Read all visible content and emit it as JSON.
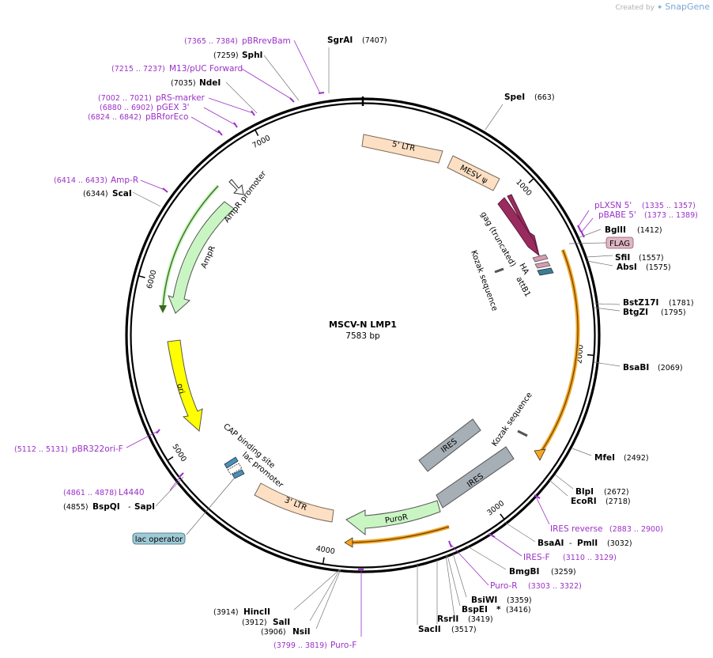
{
  "credit": {
    "prefix": "Created by",
    "brand": "SnapGene"
  },
  "plasmid": {
    "name": "MSCV-N LMP1",
    "length": "7583 bp"
  },
  "ticks": [
    {
      "label": "1000",
      "bp": 1000
    },
    {
      "label": "2000",
      "bp": 2000
    },
    {
      "label": "3000",
      "bp": 3000
    },
    {
      "label": "4000",
      "bp": 4000
    },
    {
      "label": "5000",
      "bp": 5000
    },
    {
      "label": "6000",
      "bp": 6000
    },
    {
      "label": "7000",
      "bp": 7000
    }
  ],
  "features": {
    "ltr5": "5' LTR",
    "mesv": "MESV ψ",
    "gag": "gag (truncated)",
    "ha": "HA",
    "attb1": "attB1",
    "kozak1": "Kozak sequence",
    "kozak2": "Kozak sequence",
    "flag": "FLAG",
    "ires1": "IRES",
    "ires2": "IRES",
    "puror": "PuroR",
    "ltr3": "3' LTR",
    "cap": "CAP binding site",
    "lacpromoter": "lac promoter",
    "lacoperator": "lac operator",
    "ori": "ori",
    "ampr": "AmpR",
    "amprpromoter": "AmpR promoter"
  },
  "enzymes": {
    "sgrai": {
      "name": "SgrAI",
      "pos": "(7407)"
    },
    "spei": {
      "name": "SpeI",
      "pos": "(663)"
    },
    "bglii": {
      "name": "BglII",
      "pos": "(1412)"
    },
    "sfii": {
      "name": "SfiI",
      "pos": "(1557)"
    },
    "absi": {
      "name": "AbsI",
      "pos": "(1575)"
    },
    "bstz17i": {
      "name": "BstZ17I",
      "pos": "(1781)"
    },
    "btgzi": {
      "name": "BtgZI",
      "pos": "(1795)"
    },
    "bsabi": {
      "name": "BsaBI",
      "pos": "(2069)"
    },
    "mfei": {
      "name": "MfeI",
      "pos": "(2492)"
    },
    "blpi": {
      "name": "BlpI",
      "pos": "(2672)"
    },
    "ecori": {
      "name": "EcoRI",
      "pos": "(2718)"
    },
    "bsaai": {
      "name": "BsaAI",
      "sep": "-",
      "name2": "PmlI",
      "pos": "(3032)"
    },
    "bmgbi": {
      "name": "BmgBI",
      "pos": "(3259)"
    },
    "bsiwi": {
      "name": "BsiWI",
      "pos": "(3359)"
    },
    "bspei": {
      "name": "BspEI",
      "star": "*",
      "pos": "(3416)"
    },
    "rsrii": {
      "name": "RsrII",
      "pos": "(3419)"
    },
    "sacii": {
      "name": "SacII",
      "pos": "(3517)"
    },
    "nsii": {
      "name": "NsiI",
      "pos": "(3906)"
    },
    "sali": {
      "name": "SalI",
      "pos": "(3912)"
    },
    "hincii": {
      "name": "HincII",
      "pos": "(3914)"
    },
    "bspqi": {
      "name": "BspQI",
      "sep": "-",
      "name2": "SapI",
      "pos": "(4855)"
    },
    "scai": {
      "name": "ScaI",
      "pos": "(6344)"
    },
    "ndei": {
      "name": "NdeI",
      "pos": "(7035)"
    },
    "sphi": {
      "name": "SphI",
      "pos": "(7259)"
    }
  },
  "primers": {
    "plxsn": {
      "name": "pLXSN 5'",
      "range": "(1335 .. 1357)"
    },
    "pbabe": {
      "name": "pBABE 5'",
      "range": "(1373 .. 1389)"
    },
    "iresrev": {
      "name": "IRES reverse",
      "range": "(2883 .. 2900)"
    },
    "iresf": {
      "name": "IRES-F",
      "range": "(3110 .. 3129)"
    },
    "puror": {
      "name": "Puro-R",
      "range": "(3303 .. 3322)"
    },
    "purof": {
      "name": "Puro-F",
      "range": "(3799 .. 3819)"
    },
    "l4440": {
      "name": "L4440",
      "range": "(4861 .. 4878)"
    },
    "pbr322": {
      "name": "pBR322ori-F",
      "range": "(5112 .. 5131)"
    },
    "ampr": {
      "name": "Amp-R",
      "range": "(6414 .. 6433)"
    },
    "pbrforeco": {
      "name": "pBRforEco",
      "range": "(6824 .. 6842)"
    },
    "pgex3": {
      "name": "pGEX 3'",
      "range": "(6880 .. 6902)"
    },
    "prs": {
      "name": "pRS-marker",
      "range": "(7002 .. 7021)"
    },
    "m13": {
      "name": "M13/pUC Forward",
      "range": "(7215 .. 7237)"
    },
    "pbrrevbam": {
      "name": "pBRrevBam",
      "range": "(7365 .. 7384)"
    }
  }
}
